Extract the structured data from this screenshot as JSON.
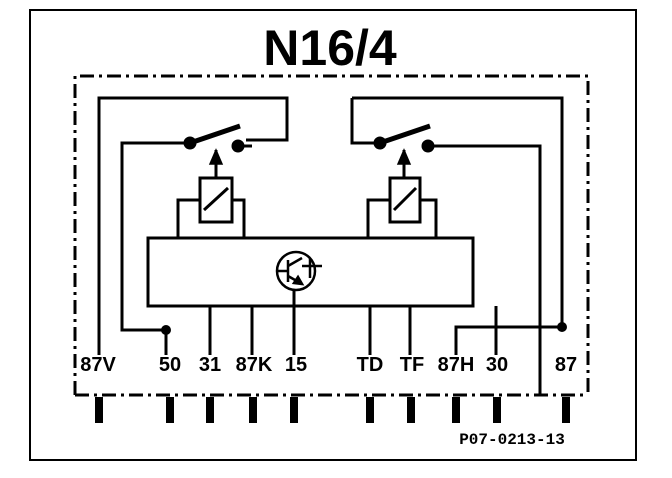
{
  "module": {
    "title": "N16/4",
    "reference": "P07-0213-13"
  },
  "terminals": [
    {
      "id": "87V",
      "label": "87V"
    },
    {
      "id": "50",
      "label": "50"
    },
    {
      "id": "31",
      "label": "31"
    },
    {
      "id": "87K",
      "label": "87K"
    },
    {
      "id": "15",
      "label": "15"
    },
    {
      "id": "TD",
      "label": "TD"
    },
    {
      "id": "TF",
      "label": "TF"
    },
    {
      "id": "87H",
      "label": "87H"
    },
    {
      "id": "30",
      "label": "30"
    },
    {
      "id": "87",
      "label": "87"
    }
  ],
  "colors": {
    "ink": "#000000",
    "paper": "#ffffff"
  }
}
